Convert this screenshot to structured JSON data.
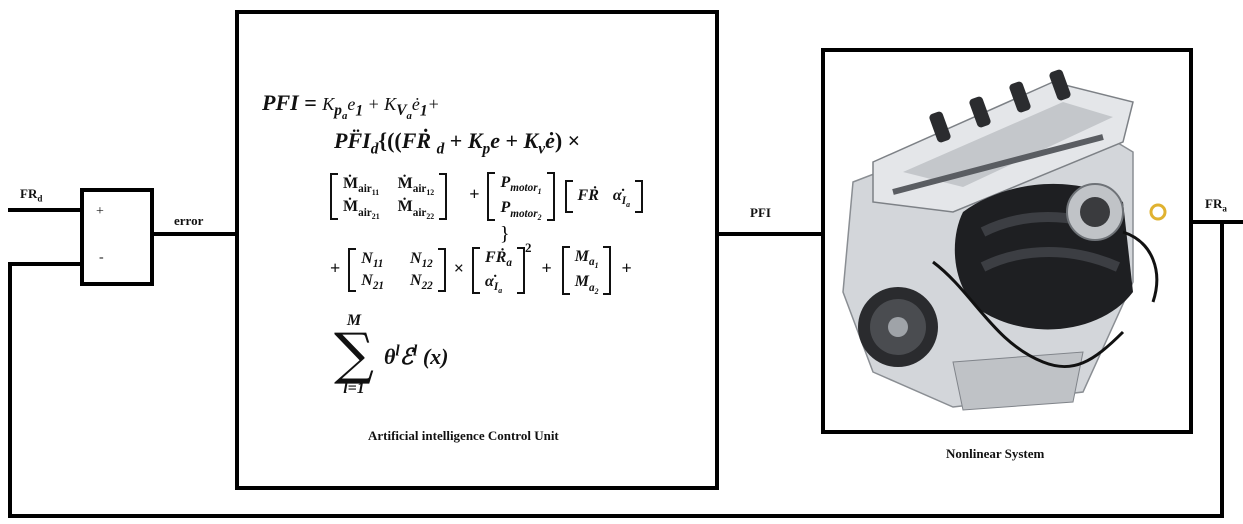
{
  "signals": {
    "reference": "FR",
    "reference_sub": "d",
    "error": "error",
    "pfi": "PFI",
    "actual": "FR",
    "actual_sub": "a"
  },
  "summer": {
    "plus": "+",
    "minus": "-"
  },
  "controller": {
    "caption": "Artificial intelligence Control Unit",
    "sum_upper": "M",
    "sum_lower": "l=1"
  },
  "plant": {
    "caption": "Nonlinear System",
    "image_subject": "engine-image"
  },
  "colors": {
    "line": "#000000",
    "background": "#ffffff",
    "metal": "#c9ccd0",
    "manifold": "#1e1f22"
  }
}
